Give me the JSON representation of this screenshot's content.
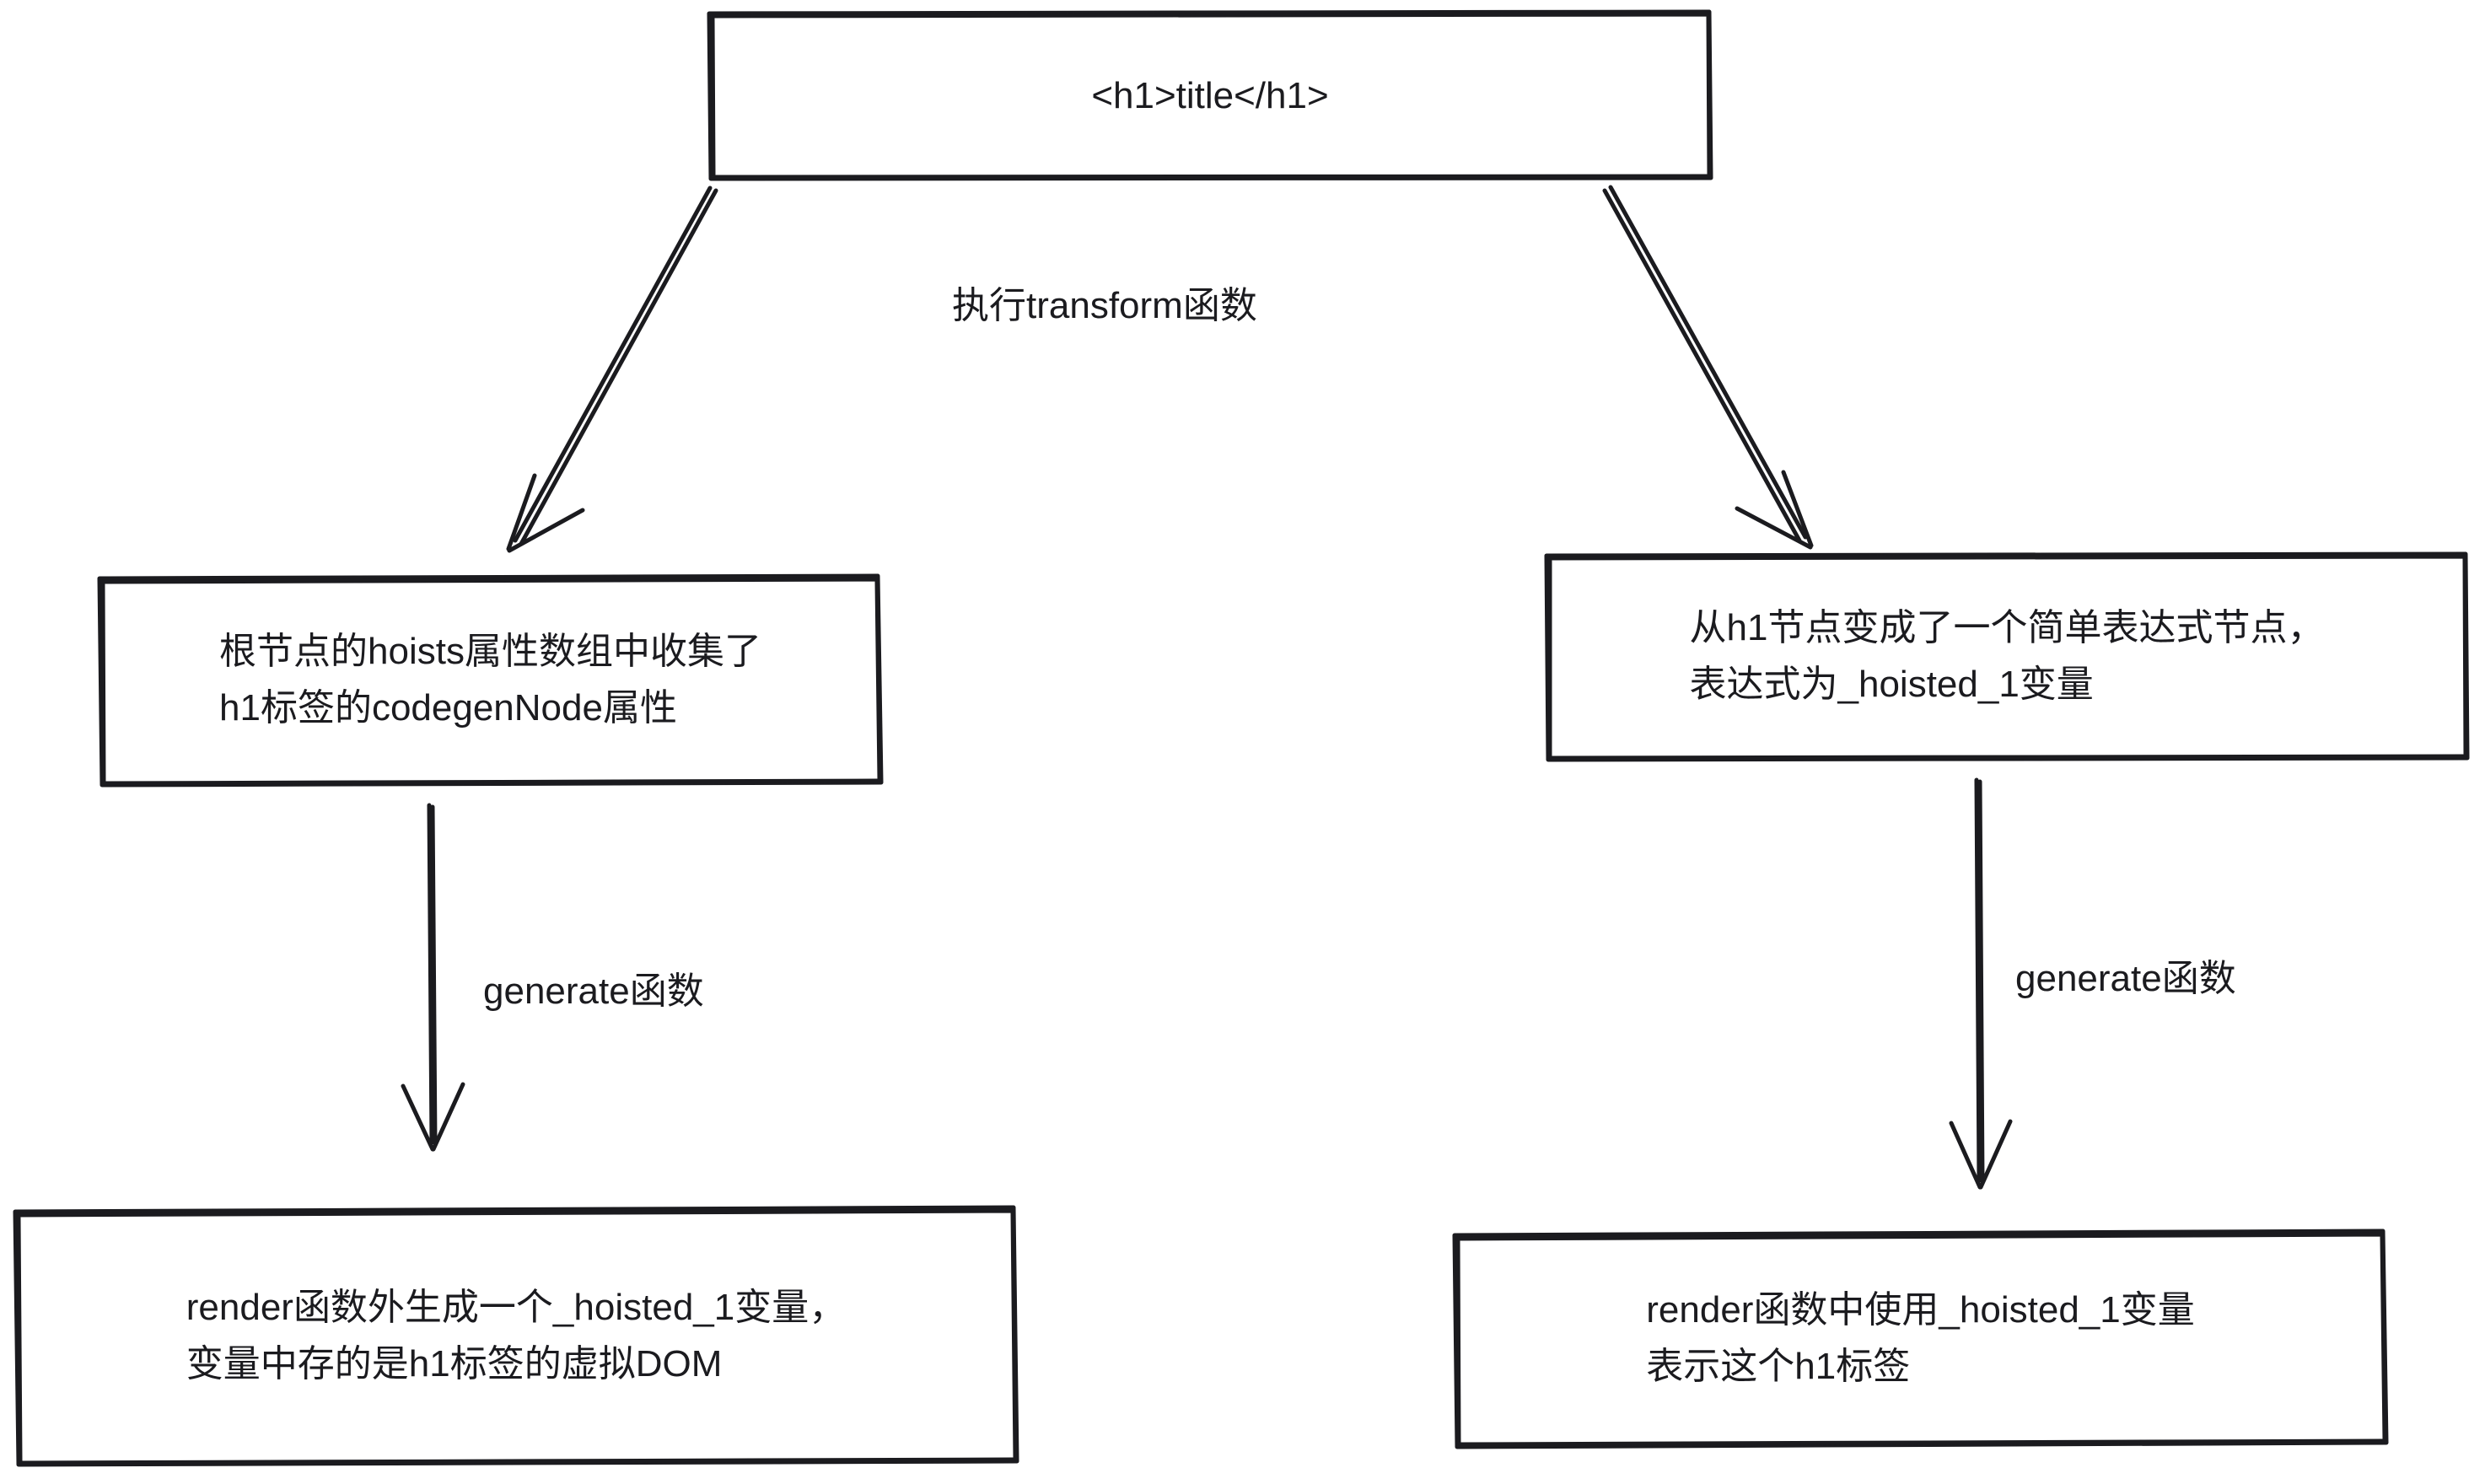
{
  "diagram": {
    "title_node": {
      "text": "<h1>title</h1>"
    },
    "nodes": [
      {
        "id": "source",
        "text": "<h1>title</h1>"
      },
      {
        "id": "hoists-collect",
        "text": "根节点的hoists属性数组中收集了\nh1标签的codegenNode属性"
      },
      {
        "id": "simple-expression",
        "text": "从h1节点变成了一个简单表达式节点，\n表达式为_hoisted_1变量"
      },
      {
        "id": "render-outside",
        "text": "render函数外生成一个_hoisted_1变量，\n变量中存的是h1标签的虚拟DOM"
      },
      {
        "id": "render-inside",
        "text": "render函数中使用_hoisted_1变量\n表示这个h1标签"
      }
    ],
    "edges": [
      {
        "id": "transform",
        "label": "执行transform函数"
      },
      {
        "id": "generate-left",
        "label": "generate函数"
      },
      {
        "id": "generate-right",
        "label": "generate函数"
      }
    ],
    "style": {
      "stroke_color": "#1b1b1f",
      "background_color": "#ffffff",
      "text_color": "#1b1b1f"
    }
  }
}
